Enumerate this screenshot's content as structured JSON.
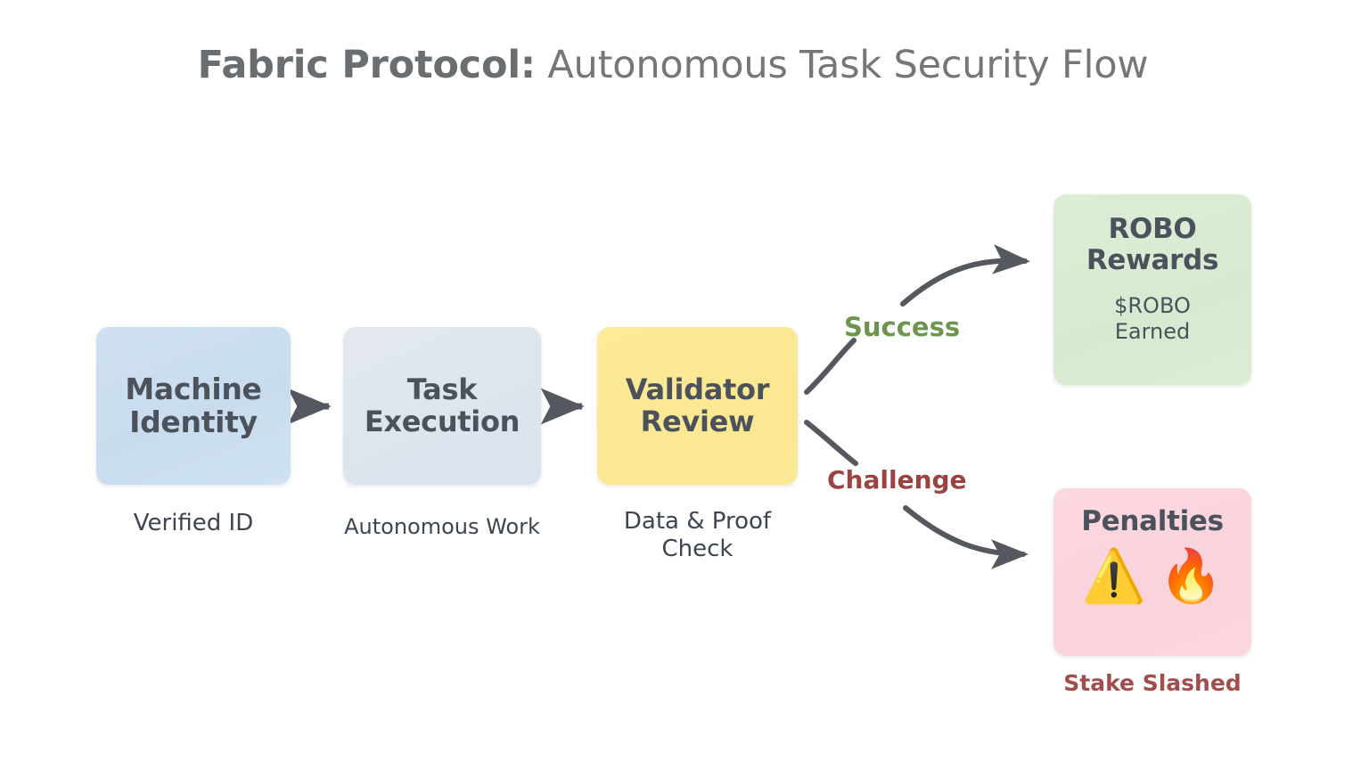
{
  "title": {
    "strong": "Fabric Protocol:",
    "light": " Autonomous Task Security Flow"
  },
  "colors": {
    "background": "#ffffff",
    "title_text": "#6e7275",
    "node_text": "#4b525c",
    "caption_text": "#3e4551",
    "arrow": "#55595f",
    "box_machine_identity": "#cce0f1",
    "box_task_execution": "#dfe6ee",
    "box_validator_review": "#fce892",
    "box_robo_rewards": "#d8ead1",
    "box_penalties": "#fbd5dd",
    "success_label": "#6f9450",
    "challenge_label": "#9c4240",
    "penalty_caption": "#a04e4c"
  },
  "nodes": {
    "machine_identity": {
      "title": "Machine\nIdentity",
      "caption": "Verified ID"
    },
    "task_execution": {
      "title": "Task\nExecution",
      "caption": "Autonomous Work"
    },
    "validator_review": {
      "title": "Validator\nReview",
      "caption": "Data & Proof\nCheck"
    },
    "robo_rewards": {
      "title": "ROBO\nRewards",
      "subtitle": "$ROBO\nEarned"
    },
    "penalties": {
      "title": "Penalties",
      "caption": "Stake Slashed",
      "icons": [
        {
          "name": "warning-triangle-icon",
          "glyph": "⚠️"
        },
        {
          "name": "fire-icon",
          "glyph": "🔥"
        }
      ]
    }
  },
  "edges": {
    "identity_to_execution": {
      "label": "",
      "style": "straight-arrow"
    },
    "execution_to_validator": {
      "label": "",
      "style": "straight-arrow"
    },
    "validator_to_rewards": {
      "label": "Success",
      "style": "curved-arrow-up"
    },
    "validator_to_penalties": {
      "label": "Challenge",
      "style": "curved-arrow-down"
    }
  }
}
